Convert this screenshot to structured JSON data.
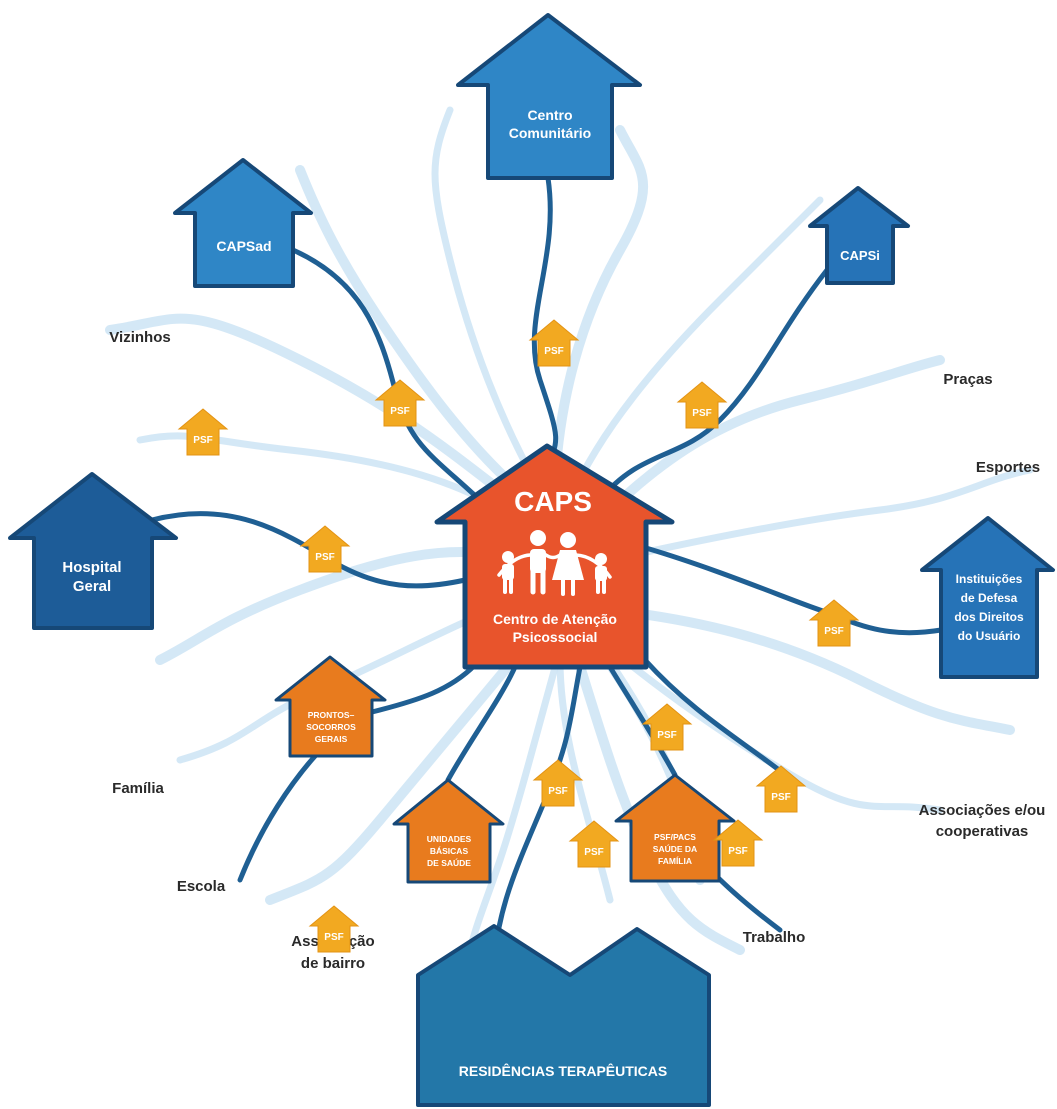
{
  "colors": {
    "hub_fill": "#e8542c",
    "house_blue": "#2f86c6",
    "house_blue_dark": "#1d5c98",
    "house_blue_mid": "#2673b7",
    "house_teal": "#2377a8",
    "orange_fill": "#e87b1e",
    "psf_fill": "#f2a921",
    "connector": "#1f5f93",
    "swirl": "#cde4f4",
    "outline": "#164877"
  },
  "center": {
    "title": "CAPS",
    "subtitle_1": "Centro de Atenção",
    "subtitle_2": "Psicossocial",
    "icon": "family-icon"
  },
  "houses": {
    "centro_comunitario": [
      "Centro",
      "Comunitário"
    ],
    "capsad": [
      "CAPSad"
    ],
    "capsi": [
      "CAPSi"
    ],
    "hospital_geral": [
      "Hospital",
      "Geral"
    ],
    "instituicoes": [
      "Instituições",
      "de Defesa",
      "dos Direitos",
      "do Usuário"
    ],
    "residencias": [
      "RESIDÊNCIAS TERAPÊUTICAS"
    ]
  },
  "orange_houses": {
    "prontos_socorros": [
      "PRONTOS–",
      "SOCORROS",
      "GERAIS"
    ],
    "unidades_basicas": [
      "UNIDADES",
      "BÁSICAS",
      "DE SAÚDE"
    ],
    "psf_pacs": [
      "PSF/PACS",
      "SAÚDE DA",
      "FAMÍLIA"
    ]
  },
  "psf_label": "PSF",
  "labels": {
    "vizinhos": "Vizinhos",
    "pracas": "Praças",
    "esportes": "Esportes",
    "familia": "Família",
    "escola": "Escola",
    "associacoes_1": "Associações e/ou",
    "associacoes_2": "cooperativas",
    "associacao_1": "Associação",
    "associacao_2": "de bairro",
    "trabalho": "Trabalho"
  }
}
